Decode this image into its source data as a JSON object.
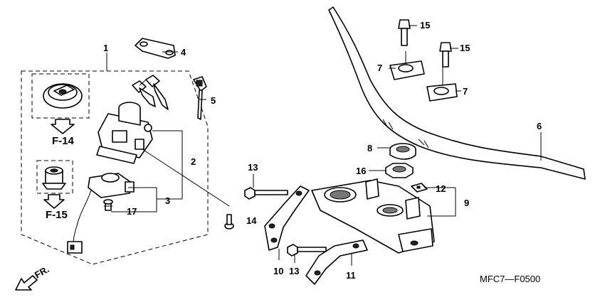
{
  "callouts": {
    "c1": "1",
    "c2": "2",
    "c3": "3",
    "c4": "4",
    "c5": "5",
    "c6": "6",
    "c7a": "7",
    "c7b": "7",
    "c8": "8",
    "c9": "9",
    "c10": "10",
    "c11": "11",
    "c12": "12",
    "c13a": "13",
    "c13b": "13",
    "c14": "14",
    "c15a": "15",
    "c15b": "15",
    "c16": "16",
    "c17": "17"
  },
  "refs": {
    "f14": "F-14",
    "f15": "F-15"
  },
  "direction": {
    "front": "FR."
  },
  "diagram_code": "MFC7—F0500"
}
